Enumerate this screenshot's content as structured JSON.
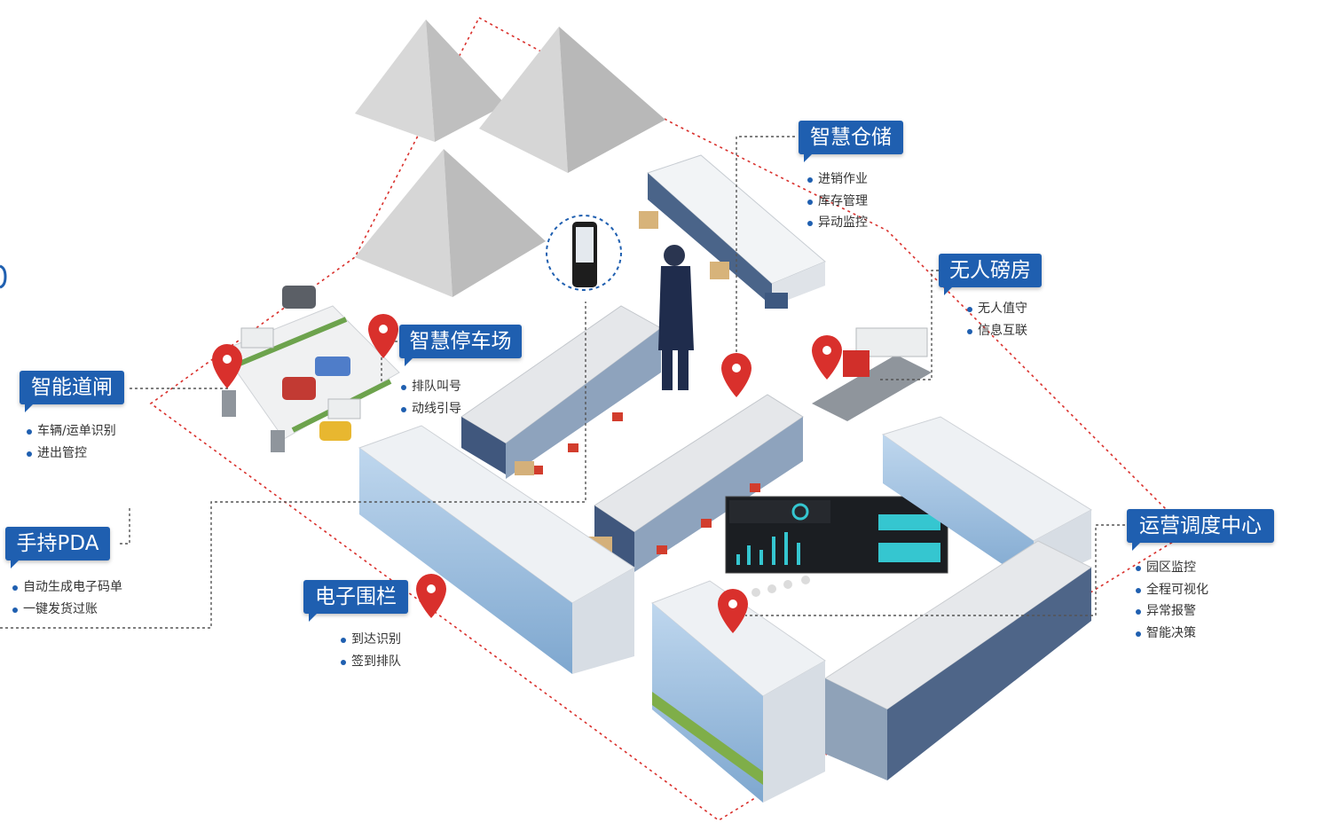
{
  "callouts": {
    "smart_warehouse": {
      "title": "智慧仓储",
      "items": [
        "进销作业",
        "库存管理",
        "异动监控"
      ]
    },
    "unmanned_weighbridge": {
      "title": "无人磅房",
      "items": [
        "无人值守",
        "信息互联"
      ]
    },
    "smart_parking": {
      "title": "智慧停车场",
      "items": [
        "排队叫号",
        "动线引导"
      ]
    },
    "smart_gate": {
      "title": "智能道闸",
      "items": [
        "车辆/运单识别",
        "进出管控"
      ]
    },
    "handheld_pda": {
      "title": "手持PDA",
      "items": [
        "自动生成电子码单",
        "一键发货过账"
      ]
    },
    "geofence": {
      "title": "电子围栏",
      "items": [
        "到达识别",
        "签到排队"
      ]
    },
    "operations_center": {
      "title": "运营调度中心",
      "items": [
        "园区监控",
        "全程可视化",
        "异常报警",
        "智能决策"
      ]
    }
  },
  "colors": {
    "tag_blue": "#1f5fb0",
    "pin_red": "#d9302c",
    "boundary_red": "#d9302c",
    "leader_gray": "#555555"
  }
}
